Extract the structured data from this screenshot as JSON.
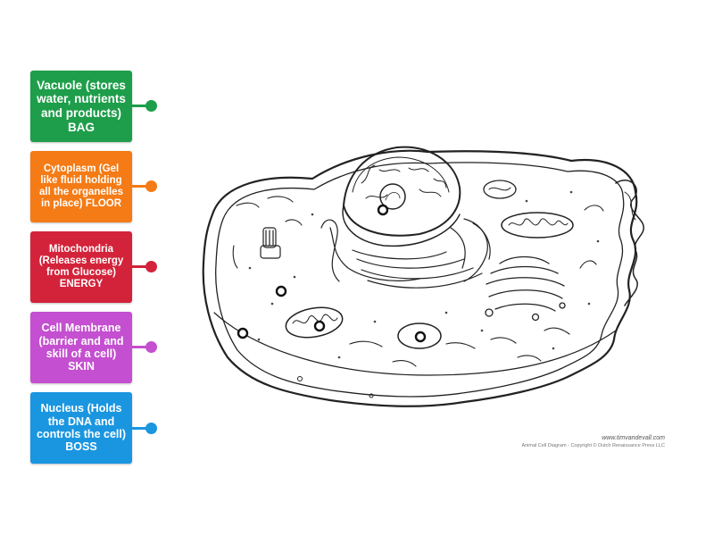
{
  "labels": [
    {
      "text": "Vacuole (stores water, nutrients and products) BAG",
      "color": "#1e9e4a",
      "font_size": 13.5
    },
    {
      "text": "Cytoplasm (Gel like fluid holding all the organelles in place) FLOOR",
      "color": "#f47b16",
      "font_size": 11.5
    },
    {
      "text": "Mitochondria (Releases energy from Glucose) ENERGY",
      "color": "#d3233a",
      "font_size": 11.5
    },
    {
      "text": "Cell Membrane (barrier and and skill of a cell) SKIN",
      "color": "#c44fd0",
      "font_size": 12.5
    },
    {
      "text": "Nucleus (Holds the DNA and controls the cell) BOSS",
      "color": "#1a96e0",
      "font_size": 12.5
    }
  ],
  "credit": {
    "site": "www.timvandevall.com",
    "line": "Animal Cell Diagram - Copyright © Dutch Renaissance Press LLC"
  }
}
